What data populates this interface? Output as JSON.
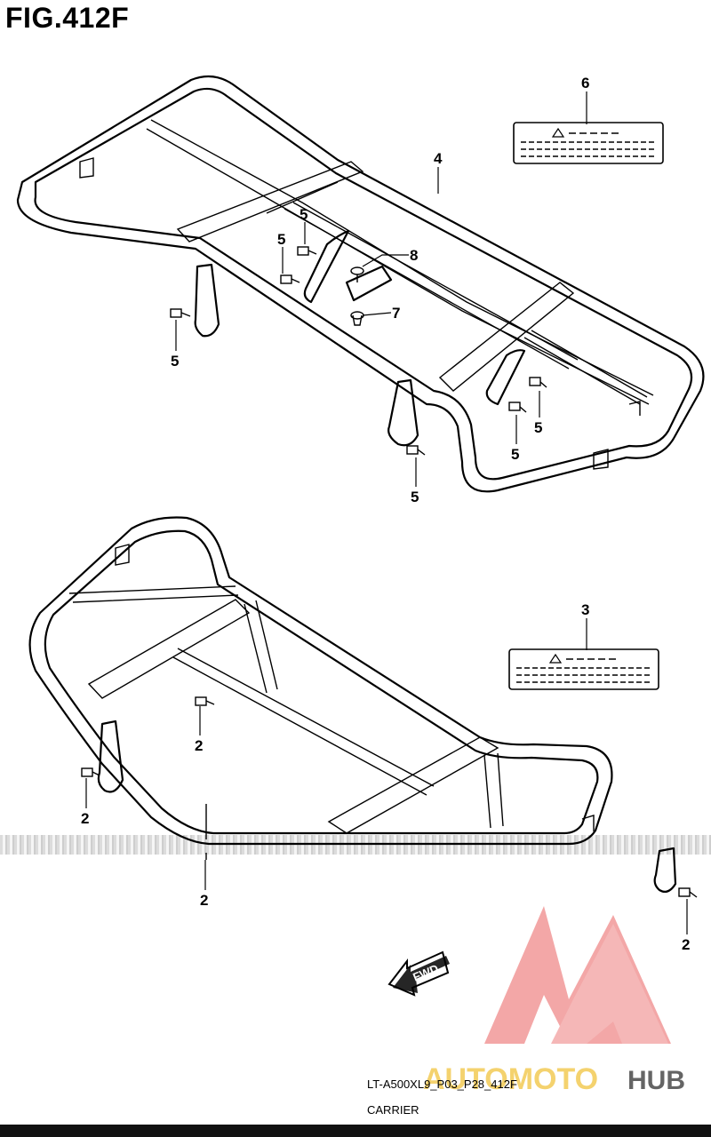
{
  "header": {
    "fig_title": "FIG.412F"
  },
  "callouts": {
    "item_6": "6",
    "item_4": "4",
    "item_8": "8",
    "item_7": "7",
    "item_3": "3",
    "item_5": "5",
    "item_2": "2"
  },
  "direction_label": "FWD",
  "footer": {
    "diagram_code": "LT-A500XL9_P03_P28_412F",
    "diagram_name": "CARRIER"
  },
  "watermark": {
    "text_part_1": "AUTOMOTO",
    "text_part_2": "HUB",
    "color_1": "#f2c84b",
    "color_2": "#4a4a4a",
    "logo_color": "#ef8a8a"
  },
  "colors": {
    "line": "#000000",
    "background": "#ffffff"
  }
}
